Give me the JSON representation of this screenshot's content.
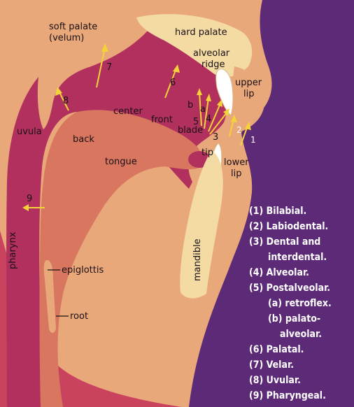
{
  "labels": {
    "soft_palate_1": "soft palate",
    "soft_palate_2": "(velum)",
    "hard_palate": "hard palate",
    "alveolar_1": "alveolar",
    "alveolar_2": "ridge",
    "upper_lip_1": "upper",
    "upper_lip_2": "lip",
    "lower_lip_1": "lower",
    "lower_lip_2": "lip",
    "uvula": "uvula",
    "back": "back",
    "center": "center",
    "front": "front",
    "blade": "blade",
    "tip": "tip",
    "tongue": "tongue",
    "pharynx": "pharynx",
    "epiglottis": "epiglottis",
    "root": "root",
    "mandible": "mandible",
    "sub_a": "a",
    "sub_b": "b"
  },
  "numbers": {
    "n1": "1",
    "n2": "2",
    "n3": "3",
    "n4": "4",
    "n5": "5",
    "n6": "6",
    "n7": "7",
    "n8": "8",
    "n9": "9"
  },
  "key": [
    "(1) Bilabial.",
    "(2) Labiodental.",
    "(3) Dental and",
    "interdental.",
    "(4) Alveolar.",
    "(5) Postalveolar.",
    "(a) retroflex.",
    "(b) palato-",
    "alveolar.",
    "(6) Palatal.",
    "(7) Velar.",
    "(8) Uvular.",
    "(9) Pharyngeal."
  ],
  "colors": {
    "background": "#5c2a77",
    "flesh": "#e9a87a",
    "tract": "#b2305d",
    "tongue": "#d9765f",
    "bone": "#f4dba4",
    "arrow": "#f3d23a"
  }
}
